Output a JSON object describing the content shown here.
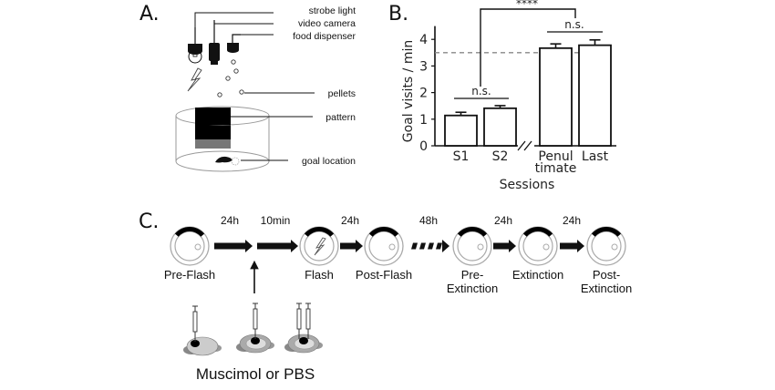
{
  "panels": {
    "a": {
      "label": "A.",
      "callouts": [
        "strobe light",
        "video camera",
        "food dispenser",
        "pellets",
        "pattern",
        "goal location"
      ]
    },
    "b": {
      "label": "B."
    },
    "c": {
      "label": "C.",
      "stages": [
        "Pre-Flash",
        "Flash",
        "Post-Flash",
        "Pre-",
        "Extinction",
        "Extinction",
        "Post-",
        "Extinction"
      ],
      "stage_names": [
        "Pre-Flash",
        "Flash",
        "Post-Flash",
        "Pre-Extinction",
        "Extinction",
        "Post-Extinction"
      ],
      "intervals": [
        "24h",
        "10min",
        "24h",
        "48h",
        "24h",
        "24h"
      ],
      "injection_label": "Muscimol or PBS"
    }
  },
  "chart_data": {
    "type": "bar",
    "title": "",
    "xlabel": "Sessions",
    "ylabel": "Goal visits / min",
    "categories": [
      "S1",
      "S2",
      "Penultimate",
      "Last"
    ],
    "category_labels": [
      [
        "S1"
      ],
      [
        "S2"
      ],
      [
        "Penul",
        "timate"
      ],
      [
        "Last"
      ]
    ],
    "values": [
      1.14,
      1.41,
      3.67,
      3.78
    ],
    "errors": [
      0.12,
      0.1,
      0.16,
      0.2
    ],
    "ylim": [
      0,
      4.5
    ],
    "yticks": [
      0,
      1,
      2,
      3,
      4
    ],
    "reference_line": 3.5,
    "axis_break_between": [
      "S2",
      "Penultimate"
    ],
    "annotations": [
      {
        "text": "n.s.",
        "between": [
          "S1",
          "S2"
        ]
      },
      {
        "text": "n.s.",
        "between": [
          "Penultimate",
          "Last"
        ]
      },
      {
        "text": "****",
        "between": [
          "S1-S2",
          "Penultimate-Last"
        ]
      }
    ],
    "grid": false,
    "legend": "none"
  }
}
